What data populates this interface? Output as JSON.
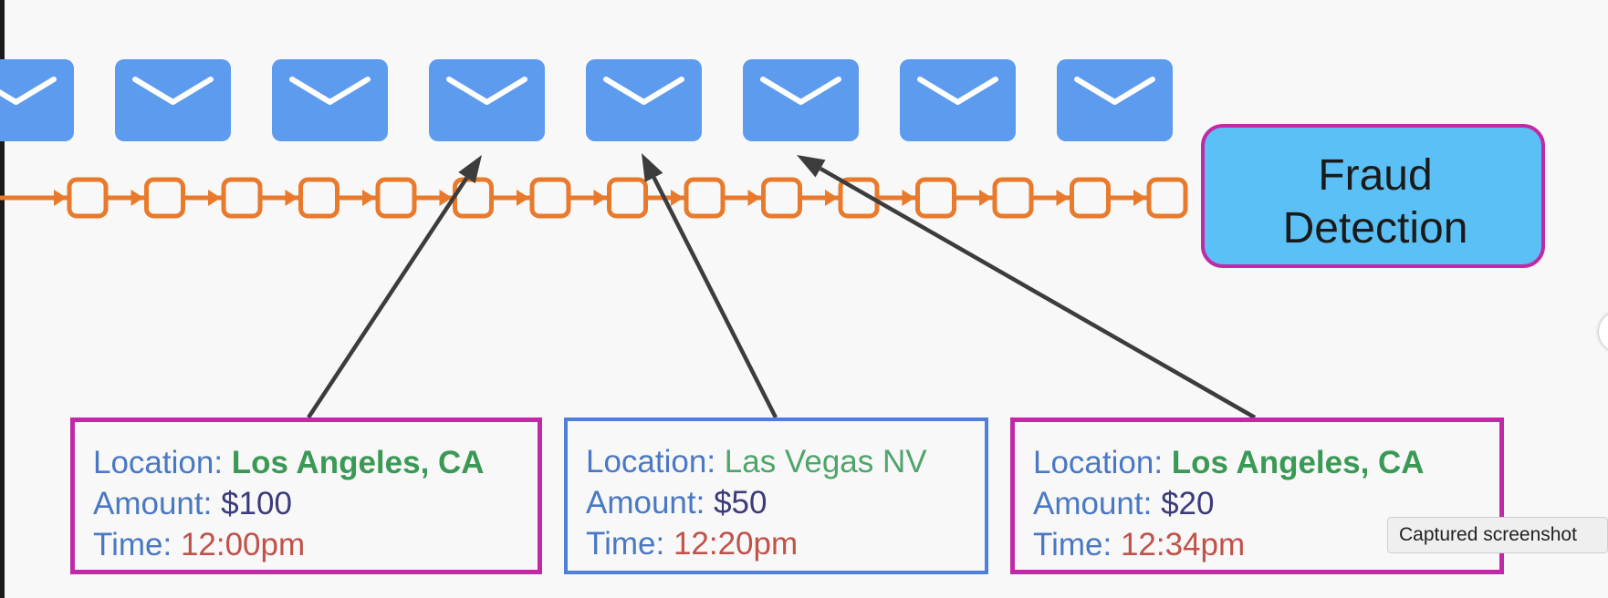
{
  "diagram": {
    "envelope_count": 8,
    "stream_node_count": 15,
    "colors": {
      "envelope": "#5d9bef",
      "stream": "#ea7a2b",
      "arrow": "#3c3c3c",
      "fraud_box_fill": "#5bc0f5",
      "fraud_box_border": "#c02aa6"
    },
    "fraud_box": {
      "line1": "Fraud",
      "line2": "Detection"
    },
    "transactions": [
      {
        "location_key": "Location: ",
        "location": "Los Angeles, CA",
        "amount_key": "Amount: ",
        "amount": "$100",
        "time_key": "Time: ",
        "time": "12:00pm",
        "flagged": true
      },
      {
        "location_key": "Location: ",
        "location": "Las Vegas NV",
        "amount_key": "Amount: ",
        "amount": "$50",
        "time_key": "Time: ",
        "time": "12:20pm",
        "flagged": false
      },
      {
        "location_key": "Location: ",
        "location": "Los Angeles, CA",
        "amount_key": "Amount: ",
        "amount": "$20",
        "time_key": "Time: ",
        "time": "12:34pm",
        "flagged": true
      }
    ]
  },
  "tooltip": {
    "text": "Captured screenshot"
  }
}
